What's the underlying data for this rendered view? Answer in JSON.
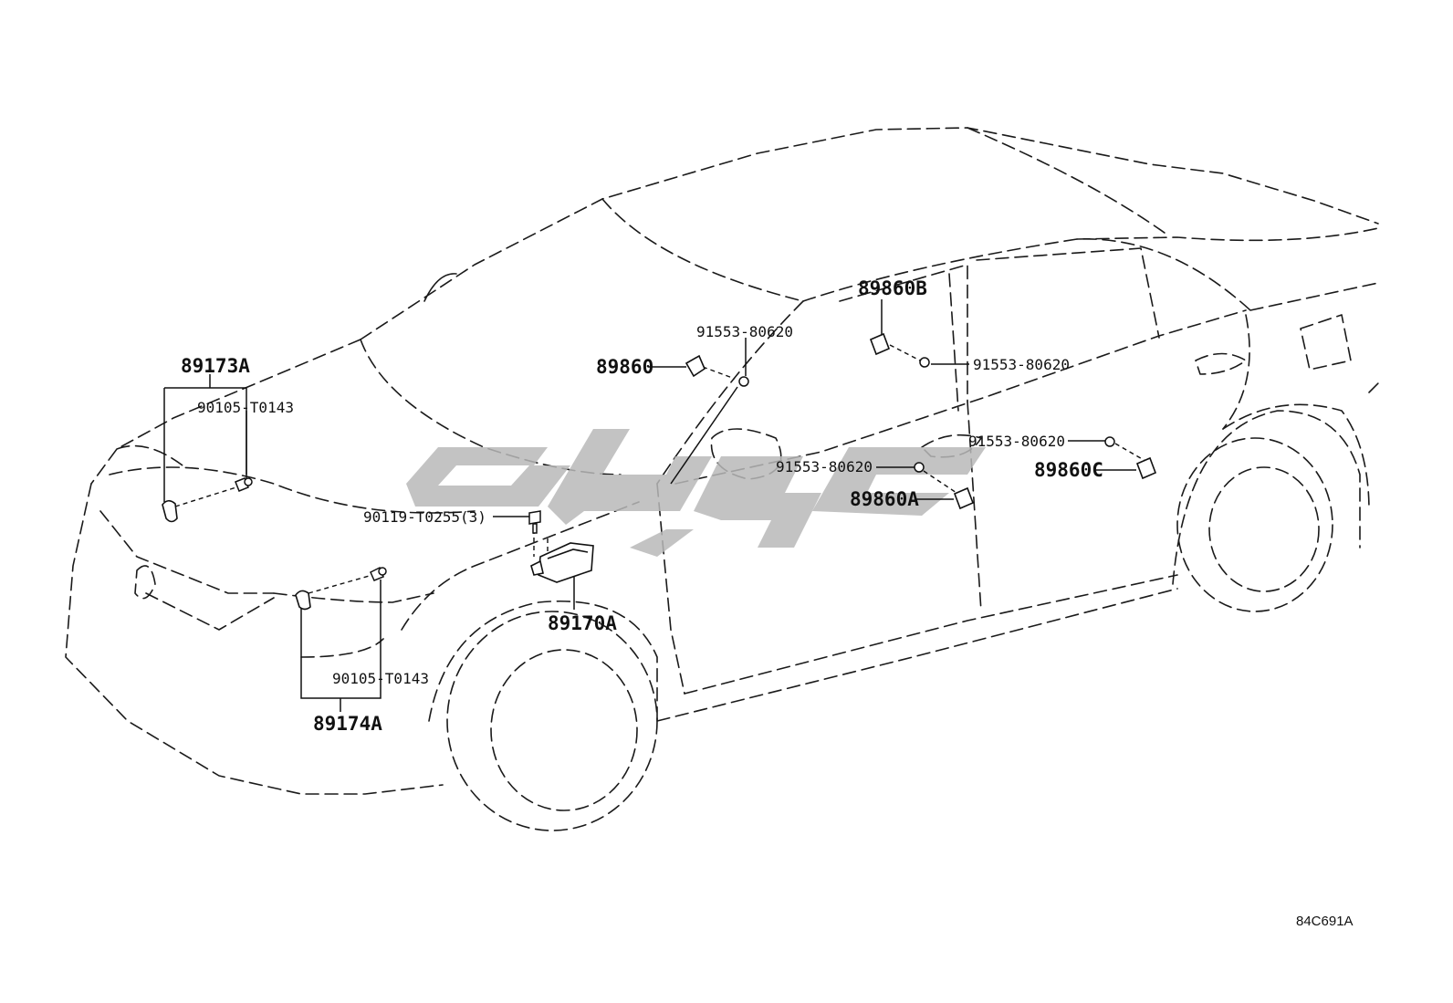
{
  "labels": {
    "p89173A": "89173A",
    "p90105_T0143_top": "90105-T0143",
    "p90105_T0143_bottom": "90105-T0143",
    "p89174A": "89174A",
    "p89860": "89860",
    "p91553_80620_a": "91553-80620",
    "p89860B": "89860B",
    "p91553_80620_b": "91553-80620",
    "p91553_80620_c": "91553-80620",
    "p91553_80620_d": "91553-80620",
    "p89860C": "89860C",
    "p89860A": "89860A",
    "p90119_T0255": "90119-T0255(3)",
    "p89170A": "89170A"
  },
  "diagram_code": "84C691A",
  "colors": {
    "line": "#111111",
    "watermark": "#b8b8b8",
    "background": "#ffffff"
  }
}
